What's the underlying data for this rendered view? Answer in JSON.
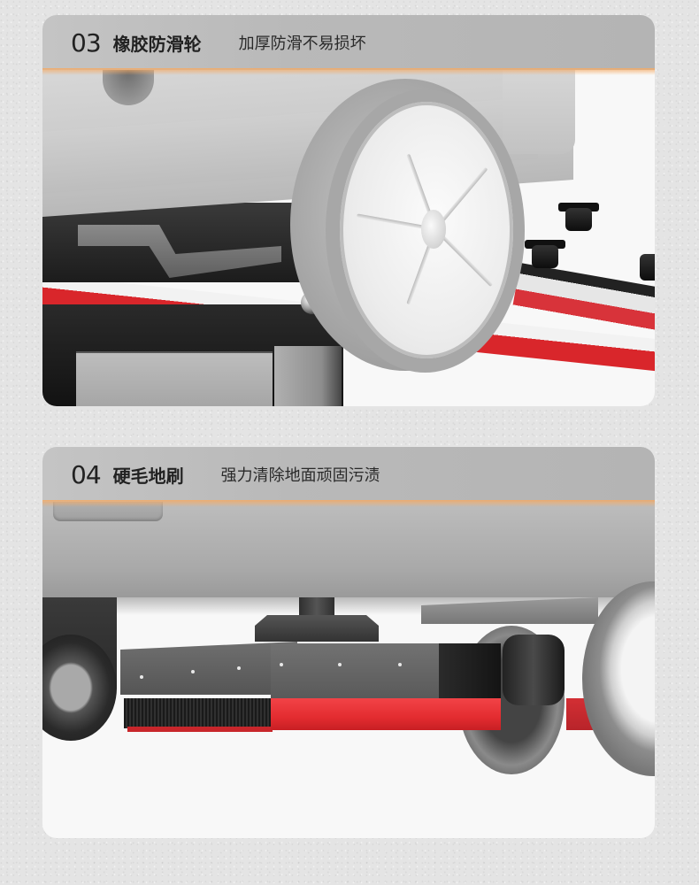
{
  "sections": [
    {
      "number": "03",
      "title": "橡胶防滑轮",
      "subtitle": "加厚防滑不易损坏",
      "image": "rubber-antislip-wheel-closeup"
    },
    {
      "number": "04",
      "title": "硬毛地刷",
      "subtitle": "强力清除地面顽固污渍",
      "image": "hard-bristle-floor-brush-closeup"
    }
  ],
  "colors": {
    "background": "#e4e4e4",
    "header": "#b9b9b9",
    "accent_red": "#e32c30",
    "glow": "#f5aa64",
    "text": "#222222"
  }
}
